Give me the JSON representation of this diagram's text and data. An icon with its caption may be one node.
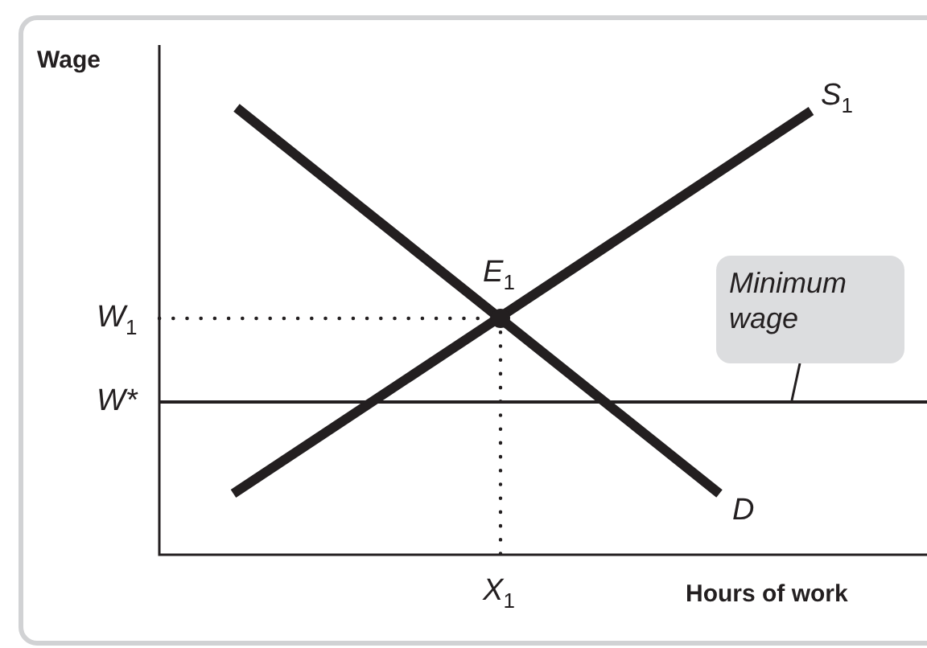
{
  "diagram": {
    "nodes": [
      {
        "text": [
          "Minimum wage"
        ]
      },
      {
        "text": [],
        "shape": "bar"
      }
    ],
    "edges": [
      {
        "from": 0,
        "to": 1,
        "arrow": "none"
      }
    ],
    "labels": [
      "Wage",
      "S$_{1}$",
      "E$_{1}$",
      "W$_{1}$",
      "W*",
      "D",
      "X$_{1}$",
      "Hours of work"
    ]
  }
}
